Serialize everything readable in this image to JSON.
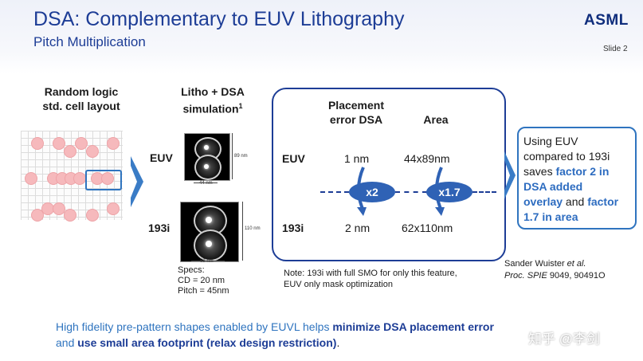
{
  "header": {
    "title": "DSA: Complementary to EUV Lithography",
    "subtitle": "Pitch Multiplication",
    "logo": "ASML",
    "slide_number": "Slide 2"
  },
  "left": {
    "label_line1": "Random logic",
    "label_line2": "std. cell layout"
  },
  "simulation": {
    "label_line1": "Litho + DSA",
    "label_line2": "simulation",
    "label_sup": "1",
    "row_euv": "EUV",
    "row_193i": "193i",
    "euv_height": "89 nm",
    "euv_width": "44 nm",
    "i193_height": "110 nm",
    "i193_width": "62 nm",
    "specs_title": "Specs:",
    "specs_cd": "CD = 20 nm",
    "specs_pitch": "Pitch = 45nm"
  },
  "table": {
    "col1_line1": "Placement",
    "col1_line2": "error DSA",
    "col2": "Area",
    "row_euv": "EUV",
    "row_193i": "193i",
    "euv_placement": "1 nm",
    "euv_area": "44x89nm",
    "i193_placement": "2 nm",
    "i193_area": "62x110nm",
    "factor_placement": "x2",
    "factor_area": "x1.7",
    "note_line1": "Note: 193i with full SMO for only this feature,",
    "note_line2": "EUV only mask optimization"
  },
  "conclusion": {
    "line1": "Using EUV",
    "line2": "compared to 193i",
    "line3_plain": "saves ",
    "line3_bold": "factor 2 in",
    "line4_bold": "DSA added",
    "line5_bold": "overlay",
    "line5_plain": " and ",
    "line5_bold2": "factor",
    "line6_bold": "1.7 in area"
  },
  "citation": {
    "author": "Sander Wuister ",
    "etal": "et al.",
    "journal": "Proc. SPIE",
    "ref": " 9049, 90491O"
  },
  "bottom": {
    "part1": "High fidelity pre-pattern shapes enabled by EUVL helps ",
    "part1_bold": "minimize DSA placement error",
    "part2_pre": "and ",
    "part2_bold": "use small area footprint (relax design restriction)",
    "part2_end": "."
  },
  "watermark": "知乎 @李剑",
  "colors": {
    "title_blue": "#1d3d96",
    "accent_blue": "#2f74bf",
    "ellipse_blue": "#2f62b5",
    "dot_pink": "#f6b9bc"
  }
}
